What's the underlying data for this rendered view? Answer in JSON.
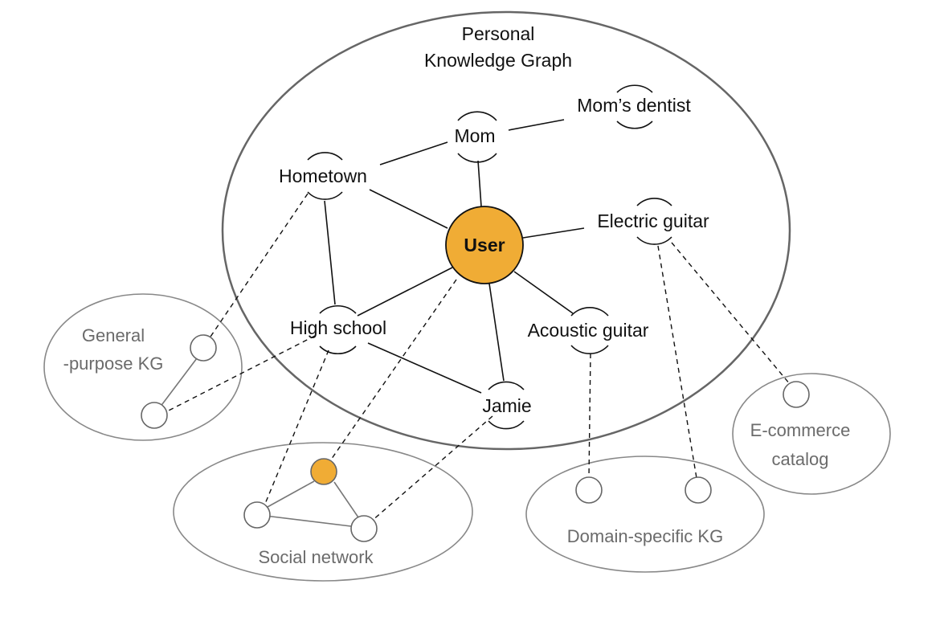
{
  "diagram": {
    "title_line1": "Personal",
    "title_line2": "Knowledge Graph",
    "nodes": {
      "user": "User",
      "mom": "Mom",
      "moms_dentist": "Mom’s dentist",
      "hometown": "Hometown",
      "electric_guitar": "Electric guitar",
      "high_school": "High school",
      "acoustic_guitar": "Acoustic guitar",
      "jamie": "Jamie"
    },
    "external_graphs": {
      "general_kg_line1": "General",
      "general_kg_line2": "-purpose KG",
      "social_network": "Social network",
      "domain_kg": "Domain-specific KG",
      "ecommerce_line1": "E-commerce",
      "ecommerce_line2": "catalog"
    },
    "colors": {
      "user_node": "#f0ac35",
      "outline": "#555555",
      "external_outline": "#777777",
      "external_text": "#6b6b6b"
    }
  }
}
